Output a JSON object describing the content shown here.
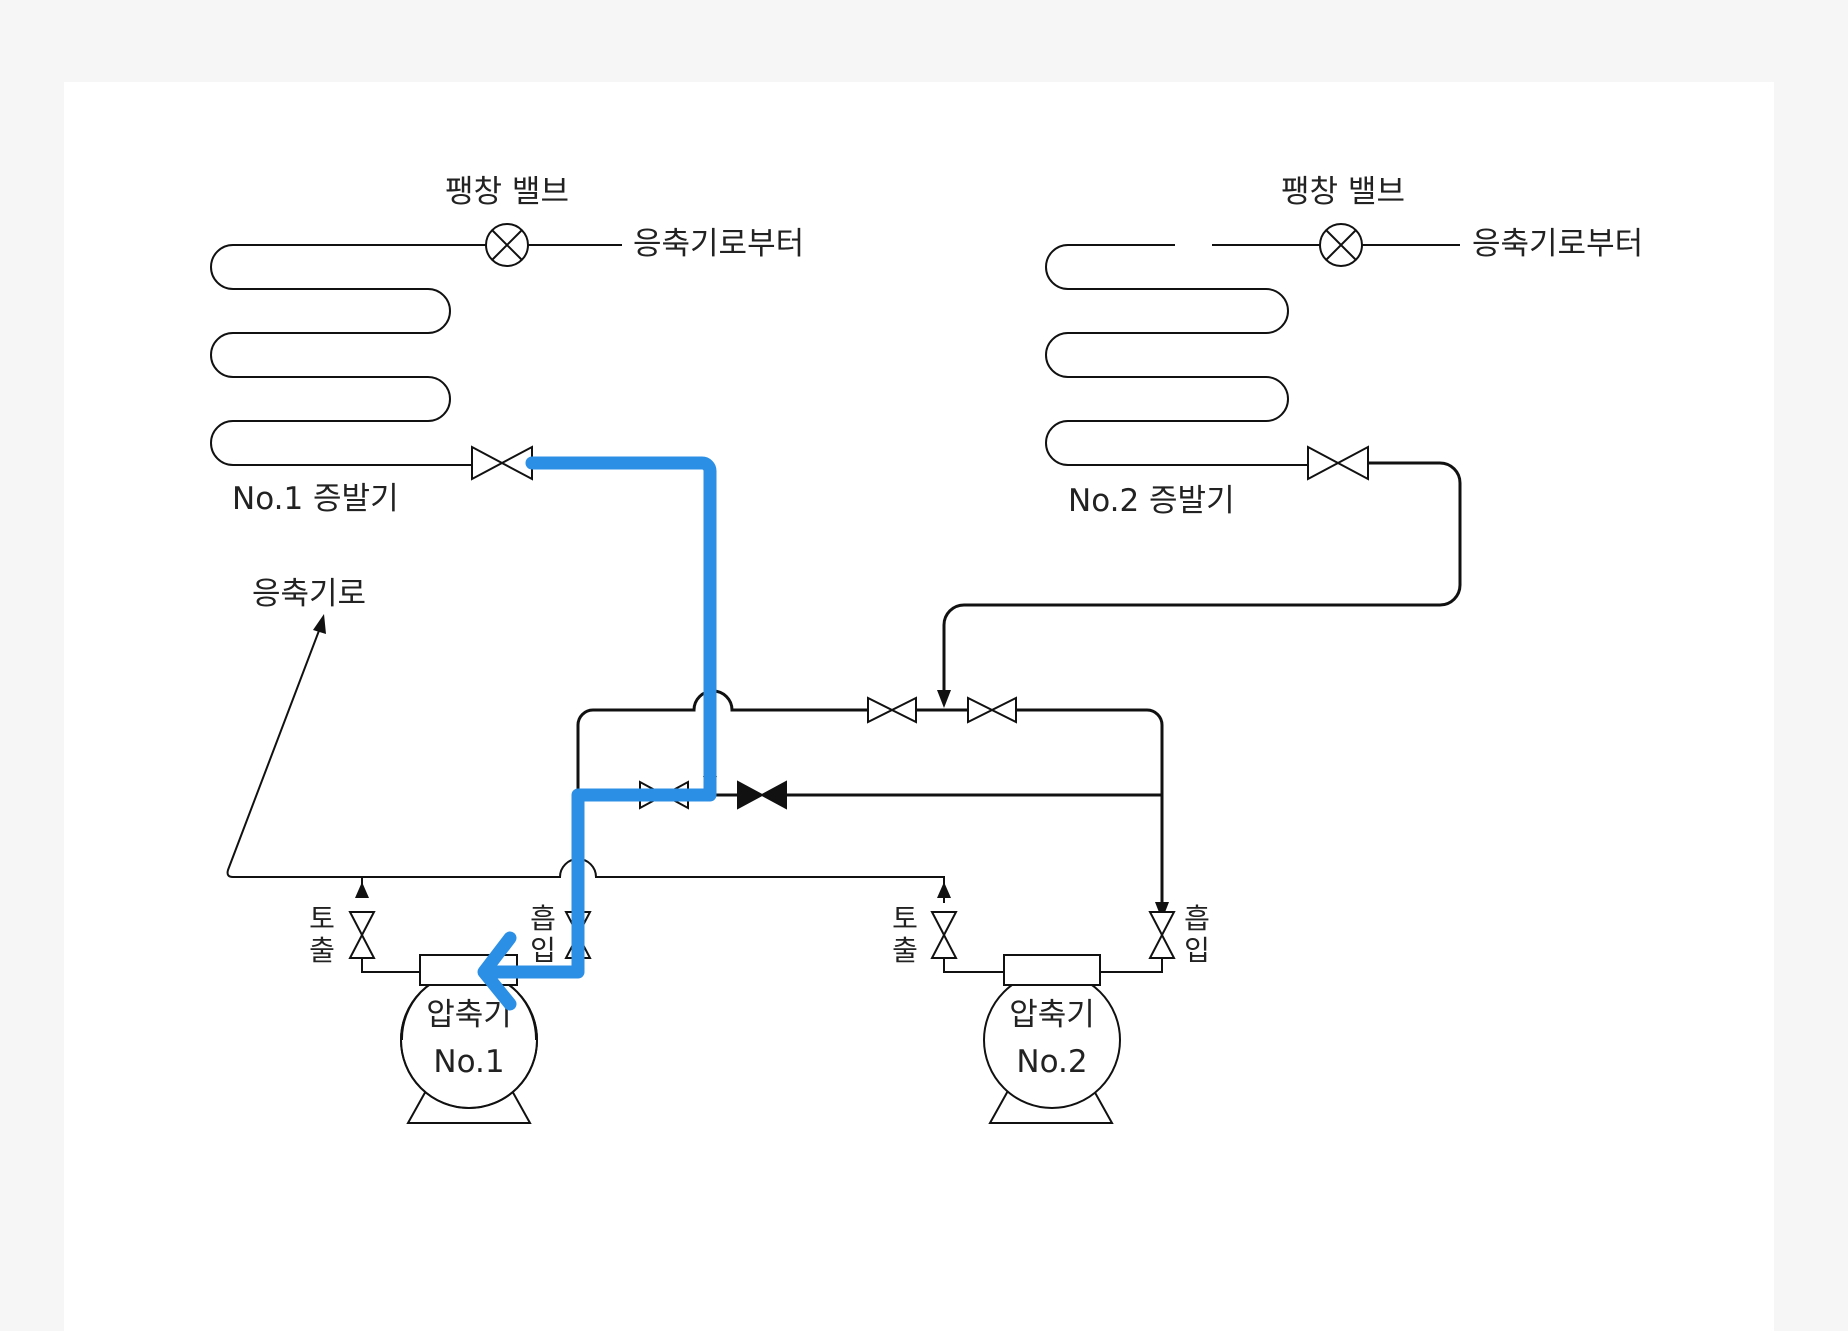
{
  "labels": {
    "exp_valve_1": "팽창 밸브",
    "exp_valve_2": "팽창 밸브",
    "from_condenser_1": "응축기로부터",
    "from_condenser_2": "응축기로부터",
    "evaporator_1": "No.1 증발기",
    "evaporator_2": "No.2 증발기",
    "to_condenser": "응축기로",
    "compressor_1_name": "압축기",
    "compressor_1_no": "No.1",
    "compressor_2_name": "압축기",
    "compressor_2_no": "No.2",
    "discharge_1": [
      "토",
      "출"
    ],
    "suction_1": [
      "흡",
      "입"
    ],
    "discharge_2": [
      "토",
      "출"
    ],
    "suction_2": [
      "흡",
      "입"
    ]
  },
  "colors": {
    "highlight": "#2b8fe6",
    "line": "#111111",
    "text": "#222222"
  }
}
